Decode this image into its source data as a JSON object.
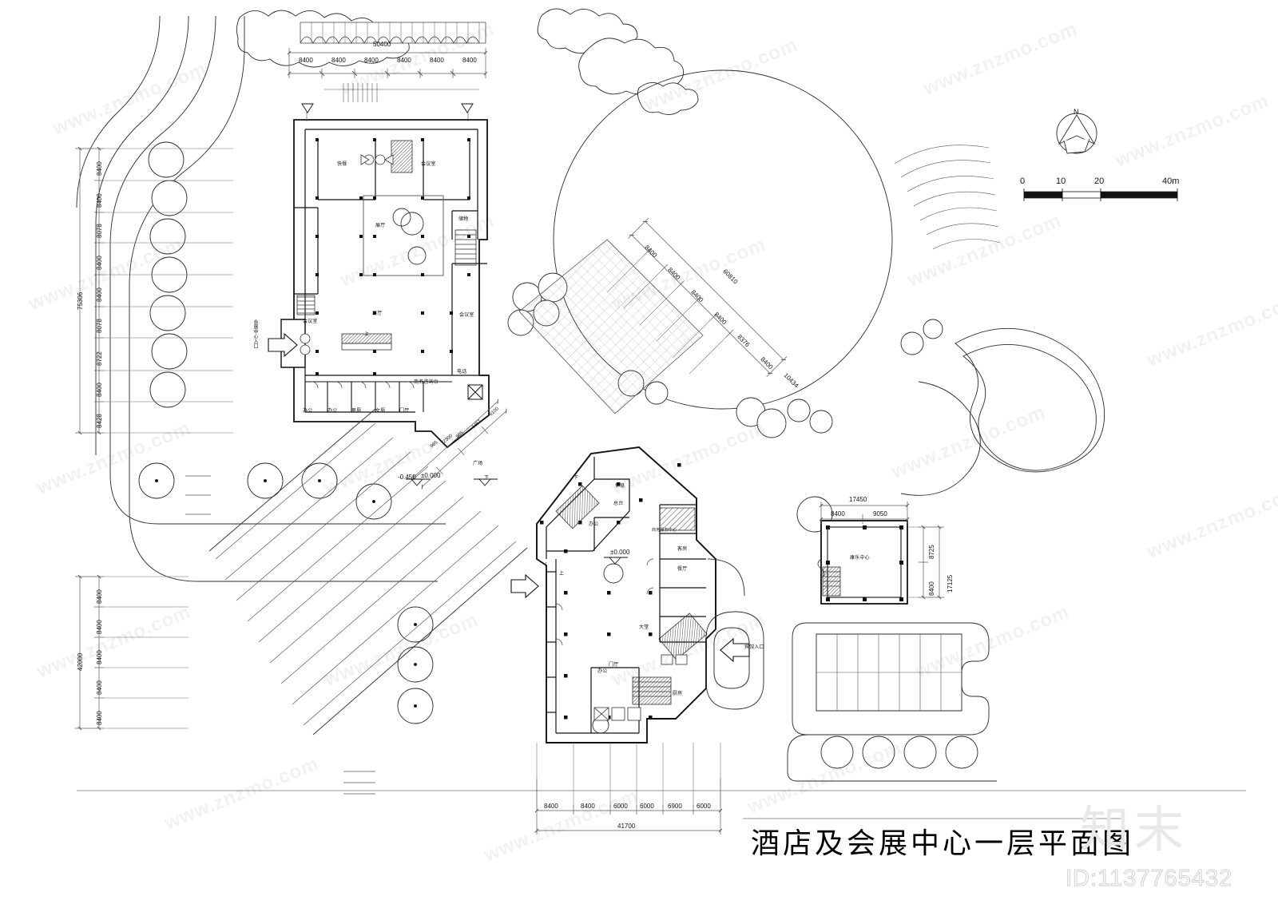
{
  "drawing": {
    "title": "酒店及会展中心一层平面图",
    "id_watermark": "ID:1137765432",
    "watermark_text": "www.znzmo.com",
    "brand_mark": "知末"
  },
  "north": {
    "label": "N",
    "name": "north-arrow"
  },
  "scale_bar": {
    "ticks": [
      "0",
      "10",
      "20",
      "40m"
    ],
    "values": [
      0,
      10,
      20,
      40
    ],
    "unit": "m"
  },
  "dimensions": {
    "top_chain": {
      "total": "50400",
      "segments": [
        "8400",
        "8400",
        "8400",
        "8400",
        "8400",
        "8400"
      ]
    },
    "left_chain_upper": {
      "total": "75306",
      "segments": [
        "8400",
        "8400",
        "8078",
        "8400",
        "8400",
        "8078",
        "8722",
        "8400",
        "8428"
      ]
    },
    "left_chain_lower": {
      "total": "42000",
      "segments": [
        "8400",
        "8400",
        "8400",
        "8400",
        "8400"
      ]
    },
    "bottom_chain": {
      "total": "41700",
      "segments": [
        "8400",
        "8400",
        "6000",
        "6000",
        "6900",
        "6000"
      ]
    },
    "diagonal_chain": {
      "total": "60810",
      "segments": [
        "8400",
        "8400",
        "8400",
        "8400",
        "8376",
        "8400",
        "10434"
      ]
    },
    "right_building_top": {
      "total": "17450",
      "segments": [
        "8400",
        "9050"
      ]
    },
    "right_building_side": {
      "total": "17125",
      "segments": [
        "8725",
        "8400"
      ]
    },
    "plaza_small": [
      "965",
      "2300",
      "985",
      "4457",
      "6100"
    ]
  },
  "elevations": [
    {
      "label": "±0.000",
      "name": "elevation-marker-plaza"
    },
    {
      "label": "-0.450",
      "name": "elevation-marker-lower"
    },
    {
      "label": "±0.000",
      "name": "elevation-marker-hotel"
    }
  ],
  "entrances": [
    {
      "label": "会展中心入口",
      "name": "entrance-convention-center",
      "direction": "right"
    },
    {
      "label": "宾馆入口",
      "name": "entrance-hotel",
      "direction": "left"
    }
  ],
  "rooms": {
    "convention_building": [
      {
        "label": "会议室",
        "name": "room-meeting-1"
      },
      {
        "label": "会议室",
        "name": "room-meeting-2"
      },
      {
        "label": "会议室",
        "name": "room-meeting-3"
      },
      {
        "label": "快餐",
        "name": "room-fastfood"
      },
      {
        "label": "展厅",
        "name": "room-exhibition-upper"
      },
      {
        "label": "展厅",
        "name": "room-exhibition-lower"
      },
      {
        "label": "储物",
        "name": "room-storage"
      },
      {
        "label": "电话",
        "name": "room-telephone"
      },
      {
        "label": "商务咨询台",
        "name": "room-business-desk"
      },
      {
        "label": "办公",
        "name": "room-office-a"
      },
      {
        "label": "办公",
        "name": "room-office-b"
      },
      {
        "label": "男厕",
        "name": "room-wc-men"
      },
      {
        "label": "女厕",
        "name": "room-wc-women"
      },
      {
        "label": "门厅",
        "name": "room-lobby"
      }
    ],
    "hotel_building": [
      {
        "label": "大堂",
        "name": "room-hotel-lobby"
      },
      {
        "label": "办公",
        "name": "room-hotel-office-1"
      },
      {
        "label": "办公",
        "name": "room-hotel-office-2"
      },
      {
        "label": "总台",
        "name": "room-front-desk"
      },
      {
        "label": "商务服务中心",
        "name": "room-business-service-center"
      },
      {
        "label": "客房",
        "name": "room-guestroom"
      },
      {
        "label": "餐厅",
        "name": "room-restaurant"
      },
      {
        "label": "厨房",
        "name": "room-kitchen"
      },
      {
        "label": "休息",
        "name": "room-rest"
      },
      {
        "label": "门厅",
        "name": "room-hotel-vestibule"
      }
    ],
    "annex_building": [
      {
        "label": "康乐中心",
        "name": "room-recreation-center"
      }
    ]
  },
  "plaza": {
    "label": "广场",
    "name": "plaza-label"
  },
  "stair_marks": [
    {
      "label": "上",
      "name": "stair-up-1"
    },
    {
      "label": "上",
      "name": "stair-up-2"
    },
    {
      "label": "下",
      "name": "stair-down-1"
    },
    {
      "label": "下",
      "name": "stair-down-2"
    }
  ],
  "colors": {
    "line": "#1a1a1a",
    "thin": "#6b6b6b",
    "dim": "#808080",
    "hatch": "#9a9a9a",
    "watermark": "#e2e2e2"
  }
}
